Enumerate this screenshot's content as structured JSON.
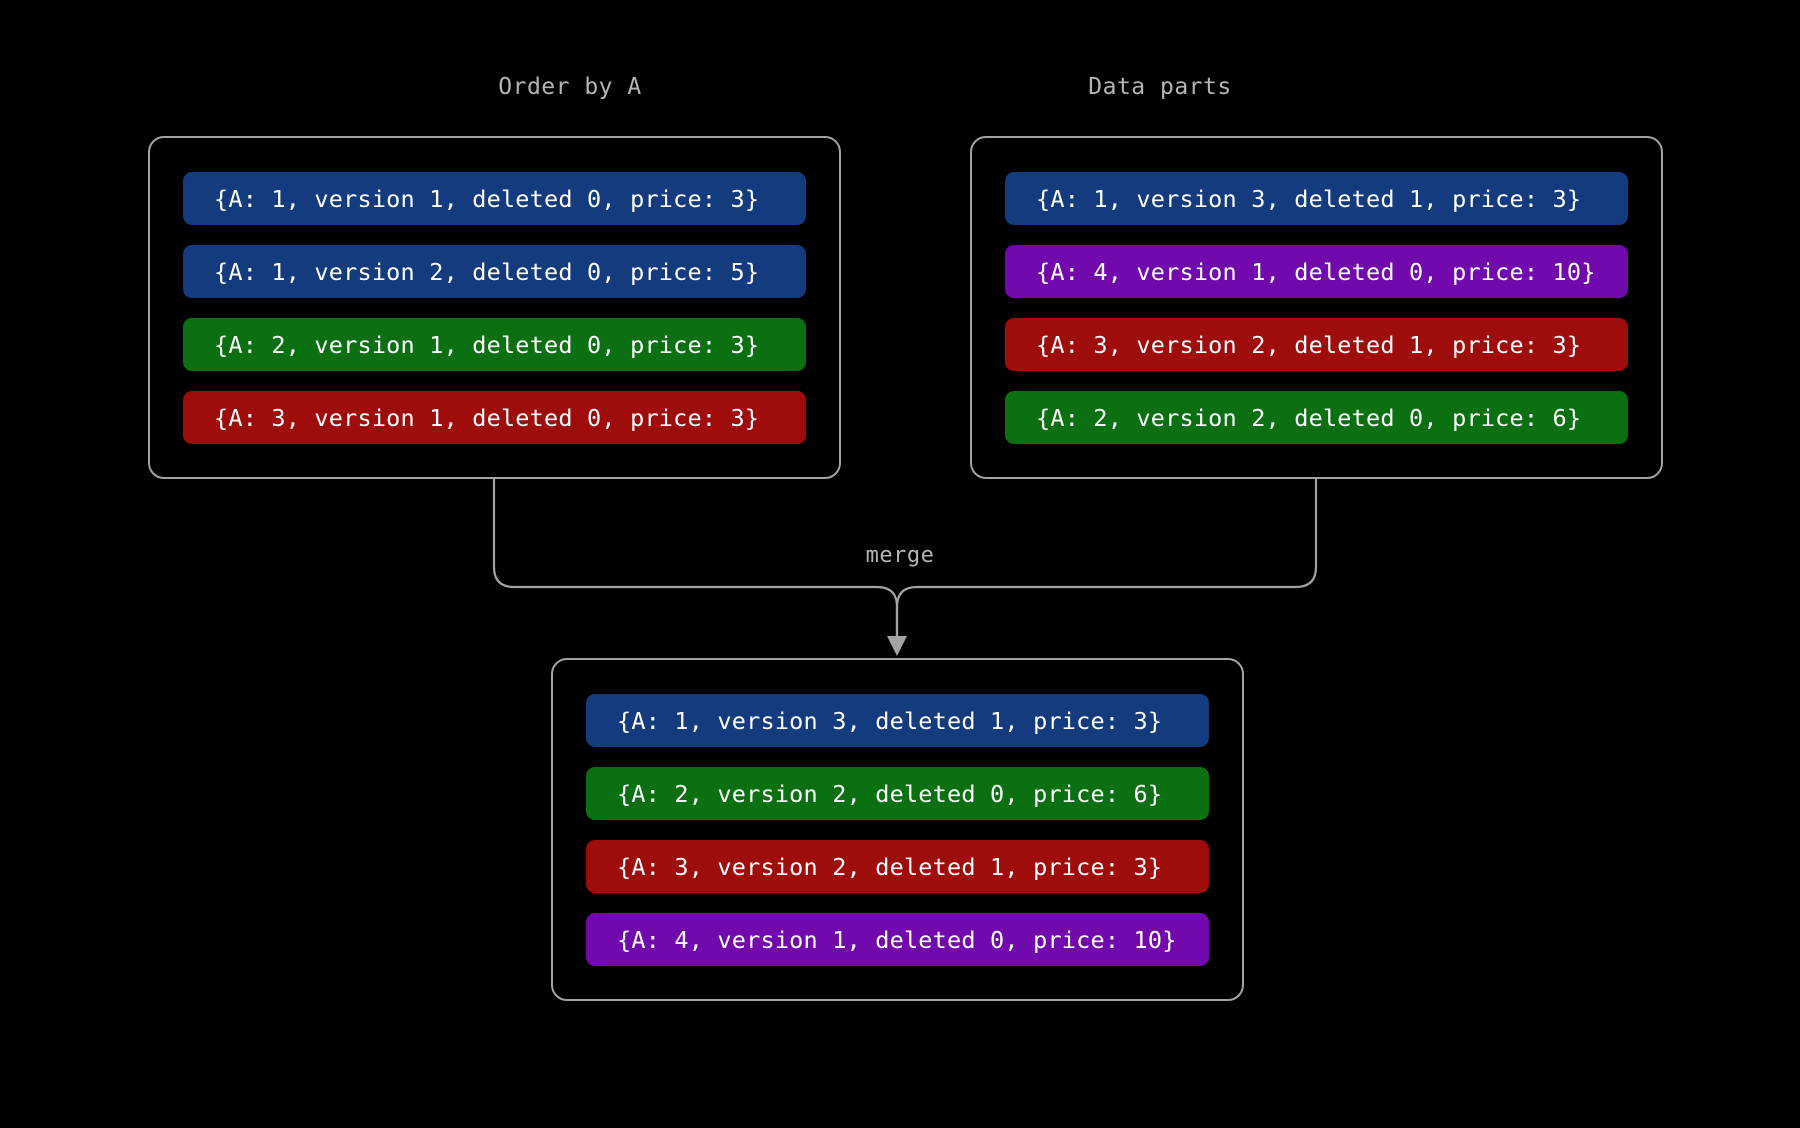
{
  "background_color": "#000000",
  "border_color": "#a3a3a3",
  "label_color": "#b4b4b4",
  "colors": {
    "blue": "#133b7d",
    "green": "#0b7012",
    "red": "#9e0c0c",
    "purple": "#7209ad"
  },
  "panels": {
    "order_by_a": {
      "title": "Order by A",
      "rows": [
        {
          "text": "{A: 1, version 1, deleted 0, price: 3}",
          "color": "blue"
        },
        {
          "text": "{A: 1, version 2, deleted 0, price: 5}",
          "color": "blue"
        },
        {
          "text": "{A: 2, version 1, deleted 0, price: 3}",
          "color": "green"
        },
        {
          "text": "{A: 3, version 1, deleted 0, price: 3}",
          "color": "red"
        }
      ]
    },
    "data_parts": {
      "title": "Data parts",
      "rows": [
        {
          "text": "{A: 1, version 3, deleted 1, price: 3}",
          "color": "blue"
        },
        {
          "text": "{A: 4, version 1, deleted 0, price: 10}",
          "color": "purple"
        },
        {
          "text": "{A: 3, version 2, deleted 1, price: 3}",
          "color": "red"
        },
        {
          "text": "{A: 2, version 2, deleted 0, price: 6}",
          "color": "green"
        }
      ]
    },
    "merged": {
      "title": "",
      "rows": [
        {
          "text": "{A: 1, version 3, deleted 1, price: 3}",
          "color": "blue"
        },
        {
          "text": "{A: 2, version 2, deleted 0, price: 6}",
          "color": "green"
        },
        {
          "text": "{A: 3, version 2, deleted 1, price: 3}",
          "color": "red"
        },
        {
          "text": "{A: 4, version 1, deleted 0, price: 10}",
          "color": "purple"
        }
      ]
    }
  },
  "merge_label": "merge"
}
